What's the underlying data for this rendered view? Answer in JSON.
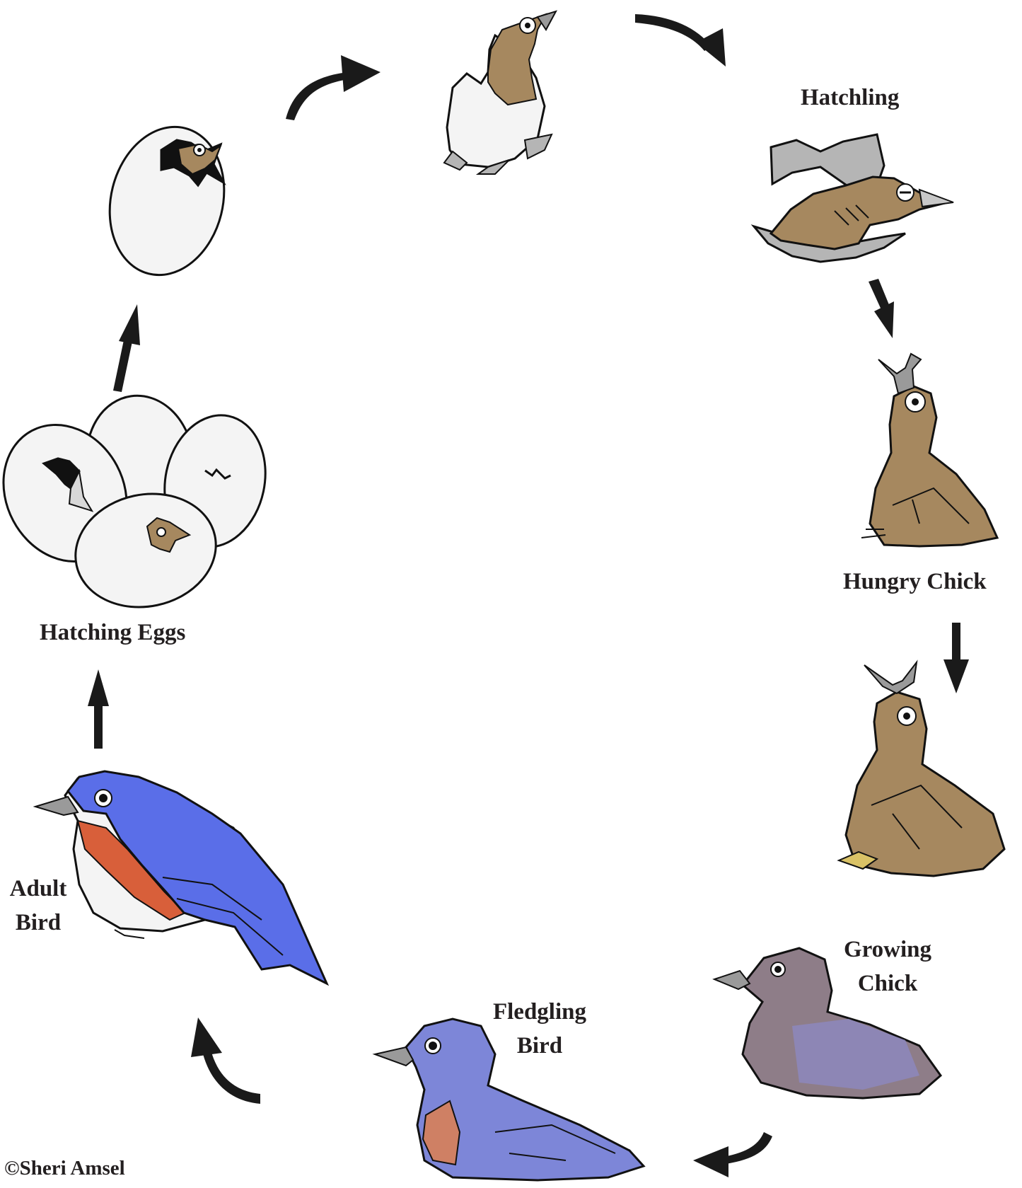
{
  "diagram": {
    "colors": {
      "outline": "#111111",
      "egg": "#f4f4f4",
      "shell_inner": "#b5b5b5",
      "chick_brown": "#a6885f",
      "chick_brown_dark": "#7d6444",
      "bluebird_blue": "#5a6ee8",
      "fledgling_blue": "#7d86d8",
      "breast_orange": "#d85f3a",
      "fledgling_breast": "#cf8064",
      "nest_yellow": "#d9c266",
      "arrow": "#1a1a1a"
    },
    "stages": [
      {
        "id": "hatching-eggs",
        "label": "Hatching Eggs"
      },
      {
        "id": "hatchling",
        "label": "Hatchling"
      },
      {
        "id": "hungry-chick",
        "label": "Hungry Chick"
      },
      {
        "id": "growing-chick",
        "label_lines": [
          "Growing",
          "Chick"
        ]
      },
      {
        "id": "fledgling-bird",
        "label_lines": [
          "Fledgling",
          "Bird"
        ]
      },
      {
        "id": "adult-bird",
        "label_lines": [
          "Adult",
          "Bird"
        ]
      }
    ],
    "credit": "©Sheri Amsel"
  }
}
